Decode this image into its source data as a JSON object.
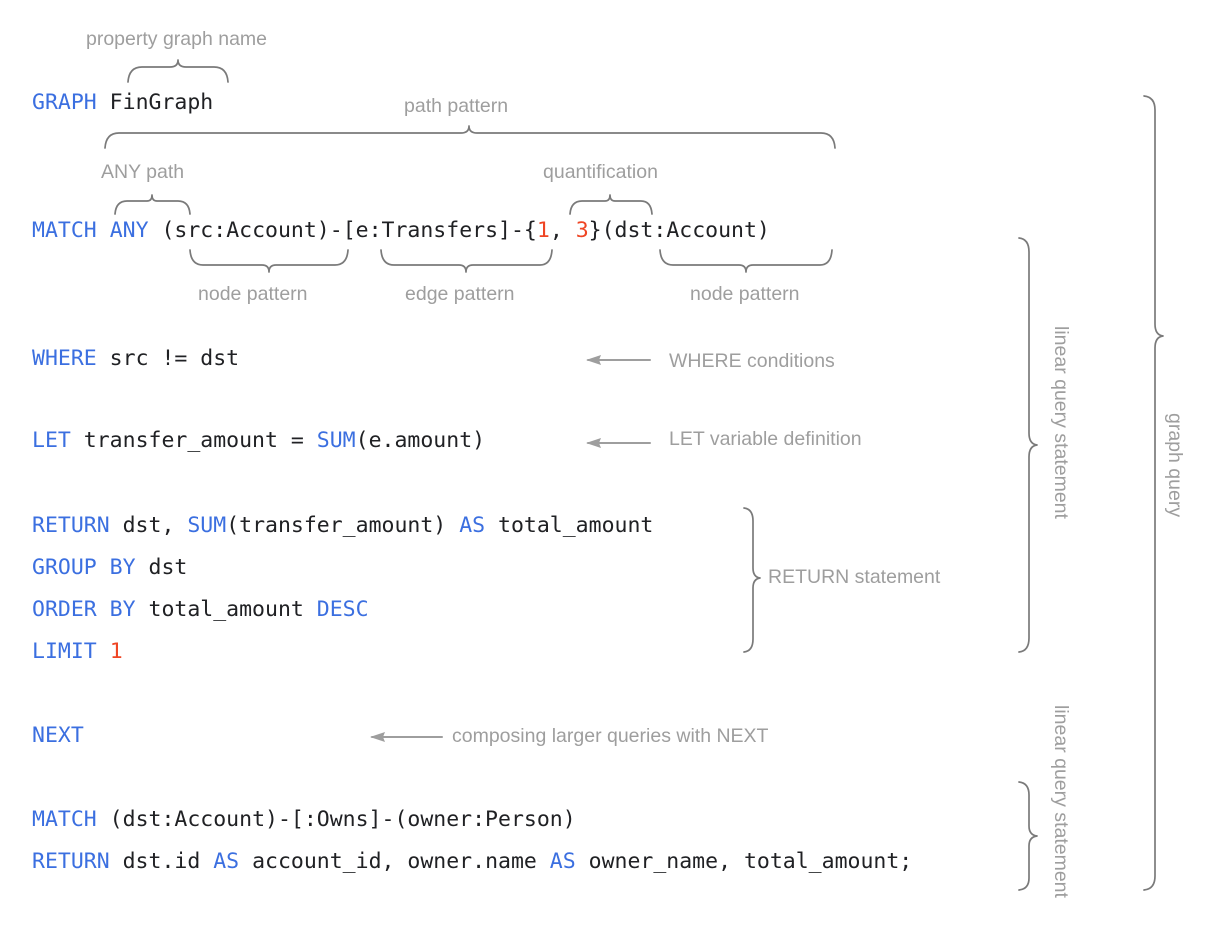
{
  "doc": {
    "title": "GQL graph query annotated diagram",
    "colors": {
      "keyword": "#3b6fe0",
      "number": "#ef4524",
      "code_text": "#202124",
      "annotation": "#9e9e9e",
      "brace": "#7a7a7a",
      "background": "#ffffff"
    }
  },
  "code": {
    "line_graph": {
      "keyword": "GRAPH",
      "rest": " FinGraph"
    },
    "line_match": {
      "kw_match": "MATCH",
      "kw_any": "ANY",
      "pre": " (src:Account)-[e:Transfers]-{",
      "n1": "1",
      "sep": ", ",
      "n2": "3",
      "post": "}(dst:Account)"
    },
    "line_where": {
      "keyword": "WHERE",
      "rest": " src != dst"
    },
    "line_let": {
      "keyword": "LET",
      "mid": " transfer_amount = ",
      "fn": "SUM",
      "rest": "(e.amount)"
    },
    "line_return": {
      "keyword": "RETURN",
      "mid": " dst, ",
      "fn": "SUM",
      "args": "(transfer_amount) ",
      "as": "AS",
      "rest": " total_amount"
    },
    "line_group": {
      "keyword": "GROUP BY",
      "rest": " dst"
    },
    "line_order": {
      "kw_order": "ORDER BY",
      "mid": " total_amount ",
      "kw_desc": "DESC"
    },
    "line_limit": {
      "keyword": "LIMIT",
      "space": " ",
      "number": "1"
    },
    "line_next": {
      "keyword": "NEXT"
    },
    "line_match2": {
      "keyword": "MATCH",
      "rest": " (dst:Account)-[:Owns]-(owner:Person)"
    },
    "line_return2": {
      "keyword": "RETURN",
      "m1": " dst.id ",
      "as1": "AS",
      "m2": " account_id, owner.name ",
      "as2": "AS",
      "m3": " owner_name, total_amount;"
    }
  },
  "annotations": {
    "property_graph_name": "property graph name",
    "path_pattern": "path pattern",
    "any_path": "ANY path",
    "quantification": "quantification",
    "node_pattern_1": "node pattern",
    "edge_pattern": "edge pattern",
    "node_pattern_2": "node pattern",
    "where_conditions": "WHERE conditions",
    "let_variable_definition": "LET variable definition",
    "return_statement": "RETURN statement",
    "composing_next": "composing larger queries with NEXT",
    "linear_query_statement_1": "linear query statement",
    "linear_query_statement_2": "linear query statement",
    "graph_query": "graph query"
  }
}
